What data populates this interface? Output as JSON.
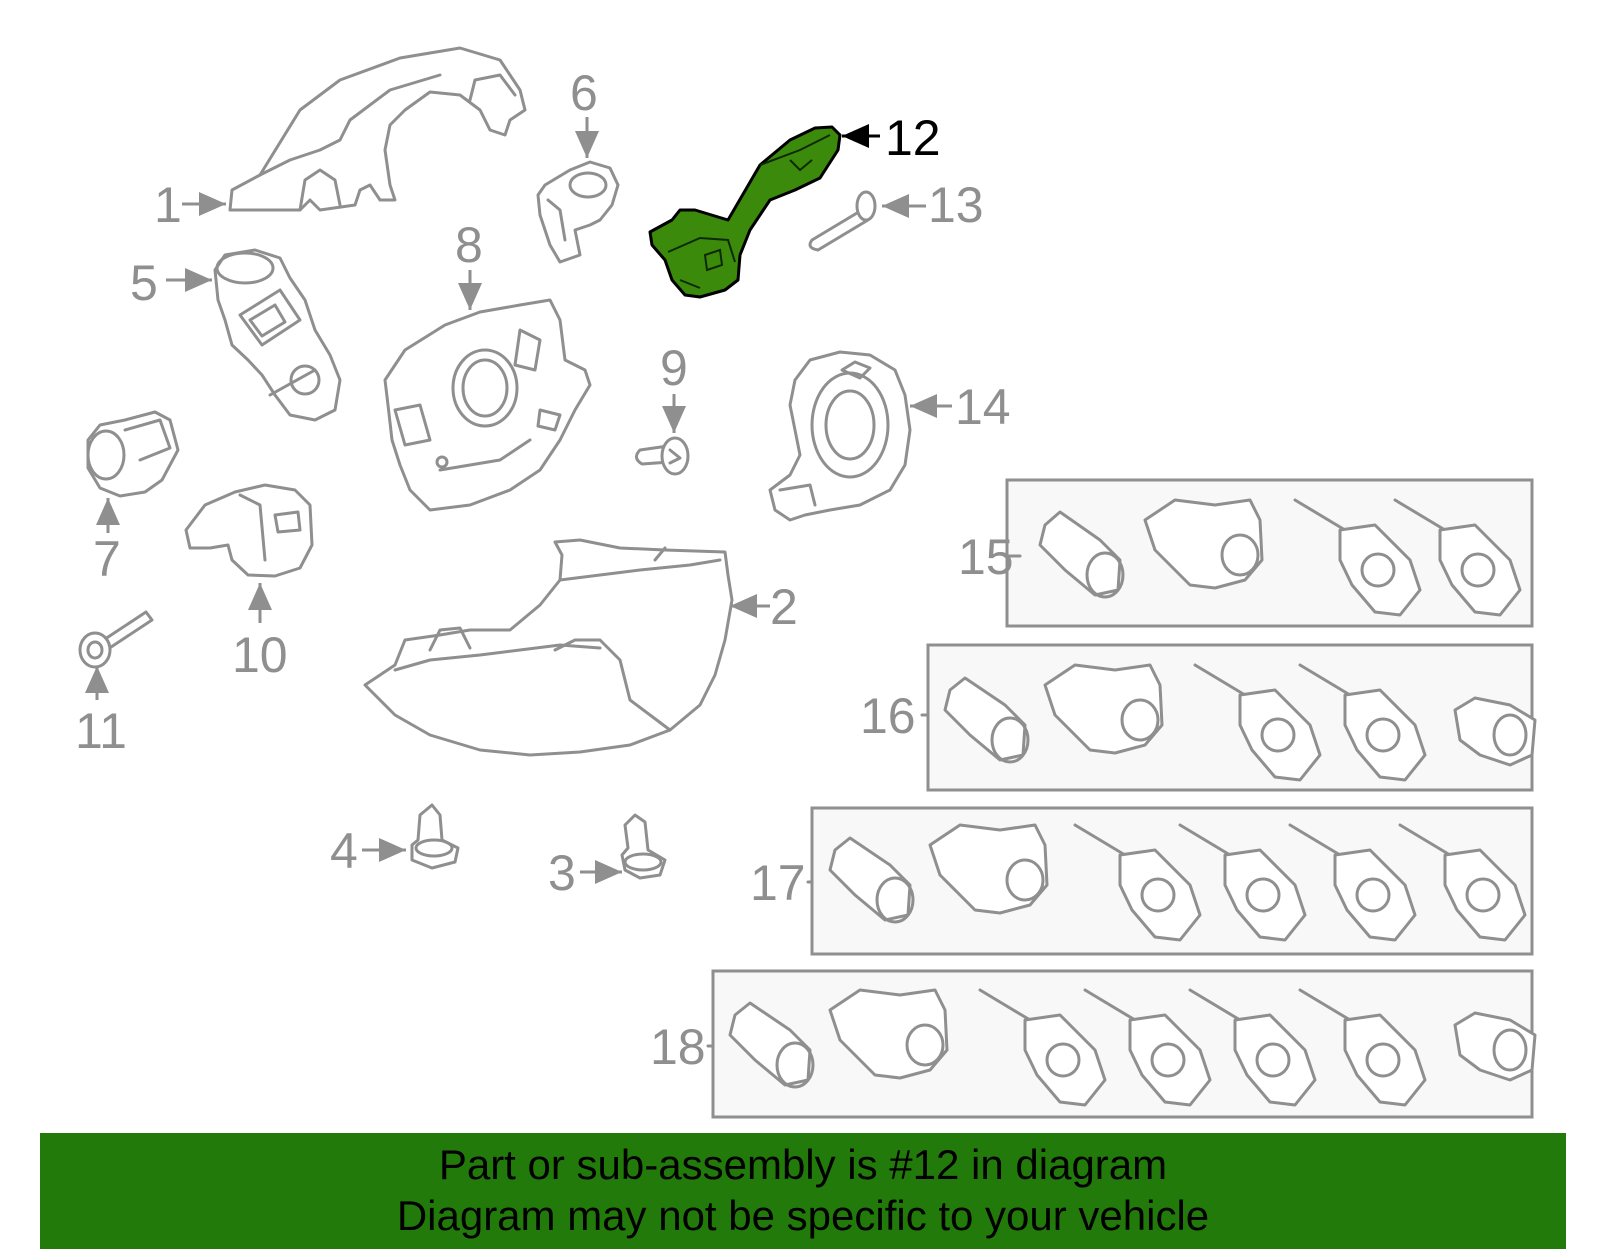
{
  "callouts": {
    "c1": "1",
    "c2": "2",
    "c3": "3",
    "c4": "4",
    "c5": "5",
    "c6": "6",
    "c7": "7",
    "c8": "8",
    "c9": "9",
    "c10": "10",
    "c11": "11",
    "c12": "12",
    "c13": "13",
    "c14": "14",
    "c15": "15",
    "c16": "16",
    "c17": "17",
    "c18": "18"
  },
  "highlighted_part": "12",
  "colors": {
    "highlight": "#3b8a0c",
    "banner": "#227a0b",
    "linework": "#8f8f8f"
  },
  "banner": {
    "line1": "Part or sub-assembly is #12 in diagram",
    "line2": "Diagram may not be specific to your vehicle"
  }
}
